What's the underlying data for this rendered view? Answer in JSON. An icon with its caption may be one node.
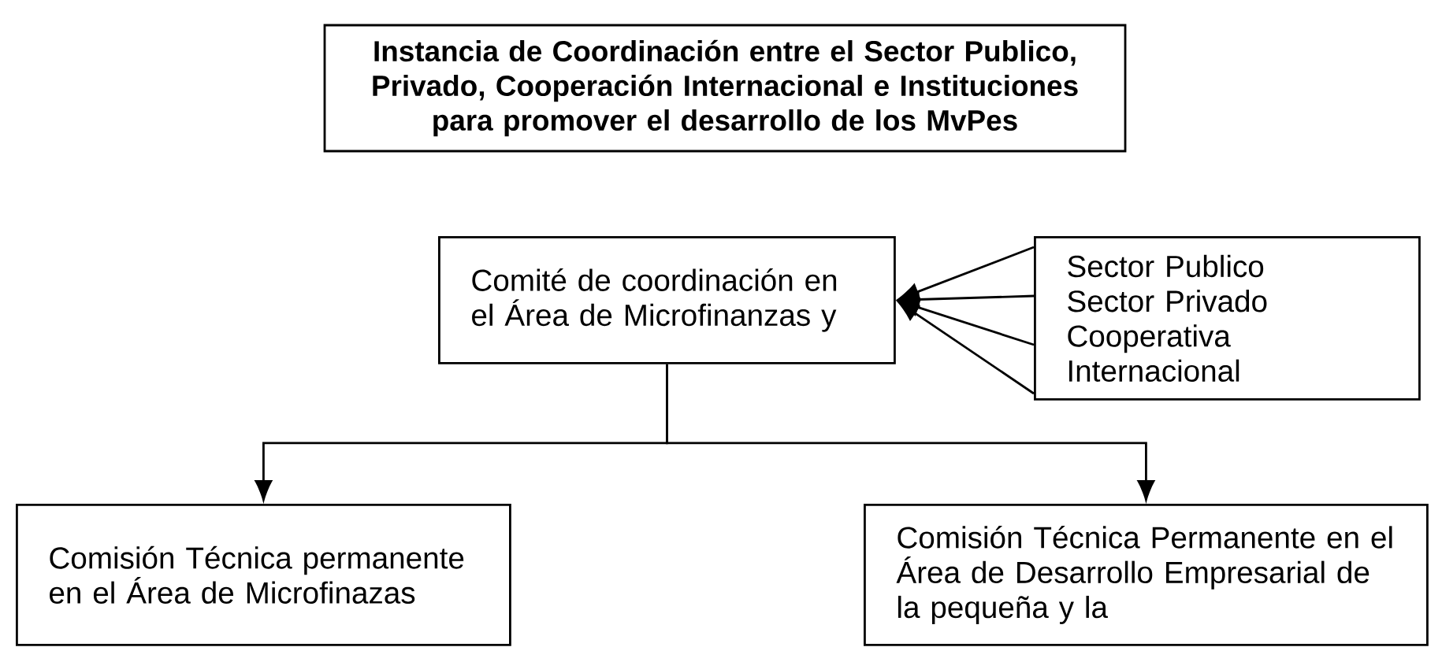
{
  "diagram": {
    "nodes": [
      {
        "text": [
          "Instancia de Coordinación  entre el Sector Publico, Privado, Cooperación Internacional e Instituciones  para promover el desarrollo de los MvPes"
        ]
      },
      {
        "text": [
          "Comité de coordinación en el Área de Microfinanzas y"
        ]
      },
      {
        "text": [
          "Sector Publico",
          "Sector Privado",
          "Cooperativa",
          "Internacional"
        ]
      },
      {
        "text": [
          "Comisión Técnica permanente en el Área de Microfinazas"
        ]
      },
      {
        "text": [
          "Comisión Técnica Permanente en el Área de Desarrollo Empresarial de la pequeña y la"
        ]
      }
    ],
    "edges": [
      {
        "from": 2,
        "to": 1,
        "arrow": "to"
      },
      {
        "from": 2,
        "to": 1,
        "arrow": "to"
      },
      {
        "from": 2,
        "to": 1,
        "arrow": "to"
      },
      {
        "from": 2,
        "to": 1,
        "arrow": "to"
      },
      {
        "from": 1,
        "to": 3,
        "arrow": "to"
      },
      {
        "from": 1,
        "to": 4,
        "arrow": "to"
      }
    ]
  }
}
